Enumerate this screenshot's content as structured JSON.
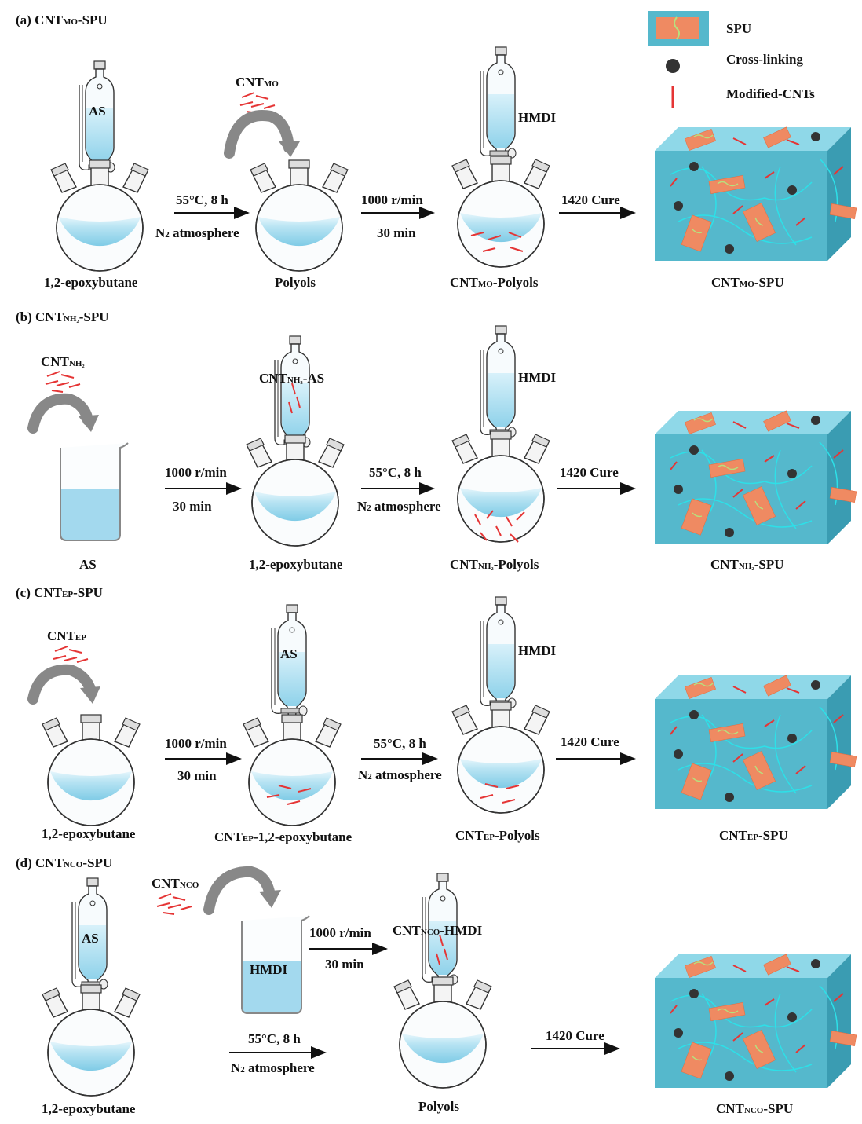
{
  "legend": {
    "spu": "SPU",
    "crosslinking": "Cross-linking",
    "modified_cnts": "Modified-CNTs"
  },
  "colors": {
    "liquid": "#a9dcef",
    "block_front": "#55b8cc",
    "block_top": "#8fd8e8",
    "block_side": "#3a9cb2",
    "cnt": "#e53535",
    "spu_patch": "#ef8a62",
    "arrow_curve": "#888888"
  },
  "sections": {
    "a": {
      "title_prefix": "(a) CNT",
      "title_sub": "MO",
      "title_suffix": "-SPU",
      "reagent_main": "CNT",
      "reagent_sub": "MO",
      "funnel1_label": "AS",
      "step1_top": "55°C, 8 h",
      "step1_bottom_pre": "N",
      "step1_bottom_sub": "2",
      "step1_bottom_post": " atmosphere",
      "step2_top": "1000 r/min",
      "step2_bottom": "30 min",
      "funnel2_label": "HMDI",
      "step3_top": "1420 Cure",
      "cap1": "1,2-epoxybutane",
      "cap2": "Polyols",
      "cap3_pre": "CNT",
      "cap3_sub": "MO",
      "cap3_post": "-Polyols",
      "cap4_pre": "CNT",
      "cap4_sub": "MO",
      "cap4_post": "-SPU"
    },
    "b": {
      "title_prefix": "(b) CNT",
      "title_sub": "NH₂",
      "title_suffix": "-SPU",
      "reagent_main": "CNT",
      "reagent_sub": "NH₂",
      "step1_top": "1000 r/min",
      "step1_bottom": "30 min",
      "funnel1_label_pre": "CNT",
      "funnel1_label_sub": "NH₂",
      "funnel1_label_post": "-AS",
      "step2_top": "55°C, 8 h",
      "step2_bottom_pre": "N",
      "step2_bottom_sub": "2",
      "step2_bottom_post": " atmosphere",
      "funnel2_label": "HMDI",
      "step3_top": "1420 Cure",
      "cap1": "AS",
      "cap2": "1,2-epoxybutane",
      "cap3_pre": "CNT",
      "cap3_sub": "NH₂",
      "cap3_post": "-Polyols",
      "cap4_pre": "CNT",
      "cap4_sub": "NH₂",
      "cap4_post": "-SPU"
    },
    "c": {
      "title_prefix": "(c) CNT",
      "title_sub": "EP",
      "title_suffix": "-SPU",
      "reagent_main": "CNT",
      "reagent_sub": "EP",
      "step1_top": "1000 r/min",
      "step1_bottom": "30 min",
      "funnel1_label": "AS",
      "step2_top": "55°C, 8 h",
      "step2_bottom_pre": "N",
      "step2_bottom_sub": "2",
      "step2_bottom_post": " atmosphere",
      "funnel2_label": "HMDI",
      "step3_top": "1420 Cure",
      "cap1": "1,2-epoxybutane",
      "cap2_pre": "CNT",
      "cap2_sub": "EP",
      "cap2_post": "-1,2-epoxybutane",
      "cap3_pre": "CNT",
      "cap3_sub": "EP",
      "cap3_post": "-Polyols",
      "cap4_pre": "CNT",
      "cap4_sub": "EP",
      "cap4_post": "-SPU"
    },
    "d": {
      "title_prefix": "(d) CNT",
      "title_sub": "NCO",
      "title_suffix": "-SPU",
      "reagent_main": "CNT",
      "reagent_sub": "NCO",
      "funnel1_label": "AS",
      "beaker_label": "HMDI",
      "step1_top": "1000 r/min",
      "step1_bottom": "30 min",
      "funnel2_label_pre": "CNT",
      "funnel2_label_sub": "NCO",
      "funnel2_label_post": "-HMDI",
      "step2_top": "55°C, 8 h",
      "step2_bottom_pre": "N",
      "step2_bottom_sub": "2",
      "step2_bottom_post": " atmosphere",
      "step3_top": "1420 Cure",
      "cap1": "1,2-epoxybutane",
      "cap3": "Polyols",
      "cap4_pre": "CNT",
      "cap4_sub": "NCO",
      "cap4_post": "-SPU"
    }
  }
}
